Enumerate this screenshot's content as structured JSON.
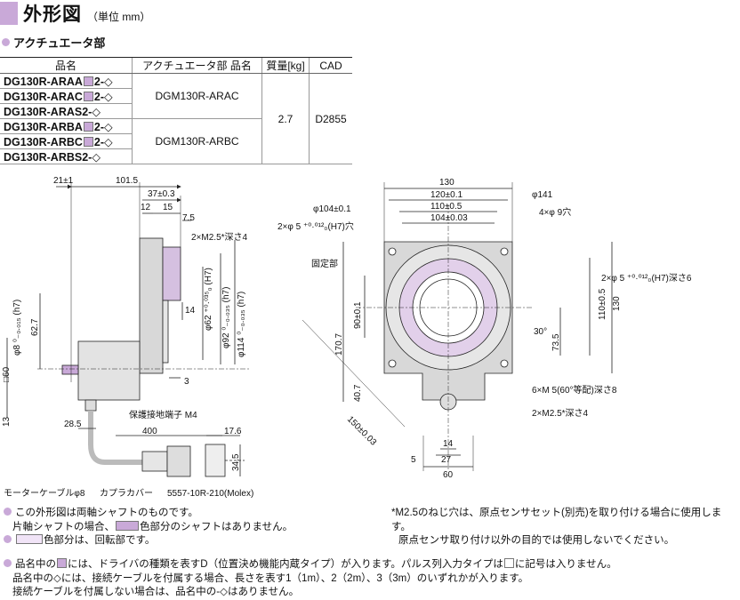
{
  "header": {
    "title": "外形図",
    "unit": "（単位 mm）"
  },
  "section": {
    "label": "アクチュエータ部"
  },
  "table": {
    "headers": [
      "品名",
      "アクチュエータ部 品名",
      "質量[kg]",
      "CAD"
    ],
    "models": [
      {
        "base": "DG130R-ARAA",
        "box": true,
        "suffix": "2-◇"
      },
      {
        "base": "DG130R-ARAC",
        "box": true,
        "suffix": "2-◇"
      },
      {
        "base": "DG130R-ARAS2-◇",
        "box": false,
        "suffix": ""
      },
      {
        "base": "DG130R-ARBA",
        "box": true,
        "suffix": "2-◇"
      },
      {
        "base": "DG130R-ARBC",
        "box": true,
        "suffix": "2-◇"
      },
      {
        "base": "DG130R-ARBS2-◇",
        "box": false,
        "suffix": ""
      }
    ],
    "actuator1": "DGM130R-ARAC",
    "actuator2": "DGM130R-ARBC",
    "mass": "2.7",
    "cad": "D2855"
  },
  "side_dims": {
    "d21": "21±1",
    "d101": "101.5",
    "d37": "37±0.3",
    "d12": "12",
    "d15": "15",
    "d75": "7.5",
    "m25": "2×M2.5*深さ4",
    "d14": "14",
    "d62": "φ62 ⁺⁰·⁰³⁵₀ (H7)",
    "d92": "φ92 ⁰₋₀.₀₃₅ (h7)",
    "d114": "φ114 ⁰₋₀.₀₃₅ (h7)",
    "d3": "3",
    "d8": "φ8 ⁰₋₀.₀₁₅ (h7)",
    "d627": "62.7",
    "sq60": "□60",
    "d13": "13",
    "d285": "28.5",
    "ground": "保護接地端子 M4",
    "d400": "400",
    "d176": "17.6",
    "d345": "34.5",
    "cable": "モーターケーブルφ8",
    "cover": "カプラカバー",
    "conn": "5557-10R-210(Molex)"
  },
  "front_dims": {
    "d130": "130",
    "d120": "120±0.1",
    "d110a": "110±0.5",
    "d104": "104±0.03",
    "d1041": "φ104±0.1",
    "d141": "φ141",
    "d9": "4×φ 9穴",
    "pin": "2×φ 5 ⁺⁰·⁰¹²₀(H7)穴",
    "fixed": "固定部",
    "pin2": "2×φ 5 ⁺⁰·⁰¹²₀(H7)深さ6",
    "d110b": "110±0.5",
    "d130v": "130",
    "d90": "90±0.1",
    "d1707": "170.7",
    "d30": "30°",
    "d735": "73.5",
    "d407": "40.7",
    "m5": "6×M 5(60°等配)深さ8",
    "m252": "2×M2.5*深さ4",
    "d150": "150±0.03",
    "d14": "14",
    "d27": "27",
    "d5": "5",
    "d60": "60"
  },
  "notes": {
    "n1": "この外形図は両軸シャフトのものです。",
    "n2a": "片軸シャフトの場合、",
    "n2b": "色部分のシャフトはありません。",
    "n3": "色部分は、回転部です。",
    "n4": "*M2.5のねじ穴は、原点センサセット(別売)を取り付ける場合に使用します。",
    "n5": "原点センサ取り付け以外の目的では使用しないでください。",
    "n6a": "品名中の",
    "n6b": "には、ドライバの種類を表すD（位置決め機能内蔵タイプ）が入ります。パルス列入力タイプは",
    "n6c": "に記号は入りません。",
    "n7": "品名中の◇には、接続ケーブルを付属する場合、長さを表す1（1m）、2（2m）、3（3m）のいずれかが入ります。",
    "n8": "接続ケーブルを付属しない場合は、品名中の-◇はありません。"
  },
  "colors": {
    "accent": "#c9a9d8",
    "grey": "#d8d8d8",
    "line": "#222222"
  }
}
